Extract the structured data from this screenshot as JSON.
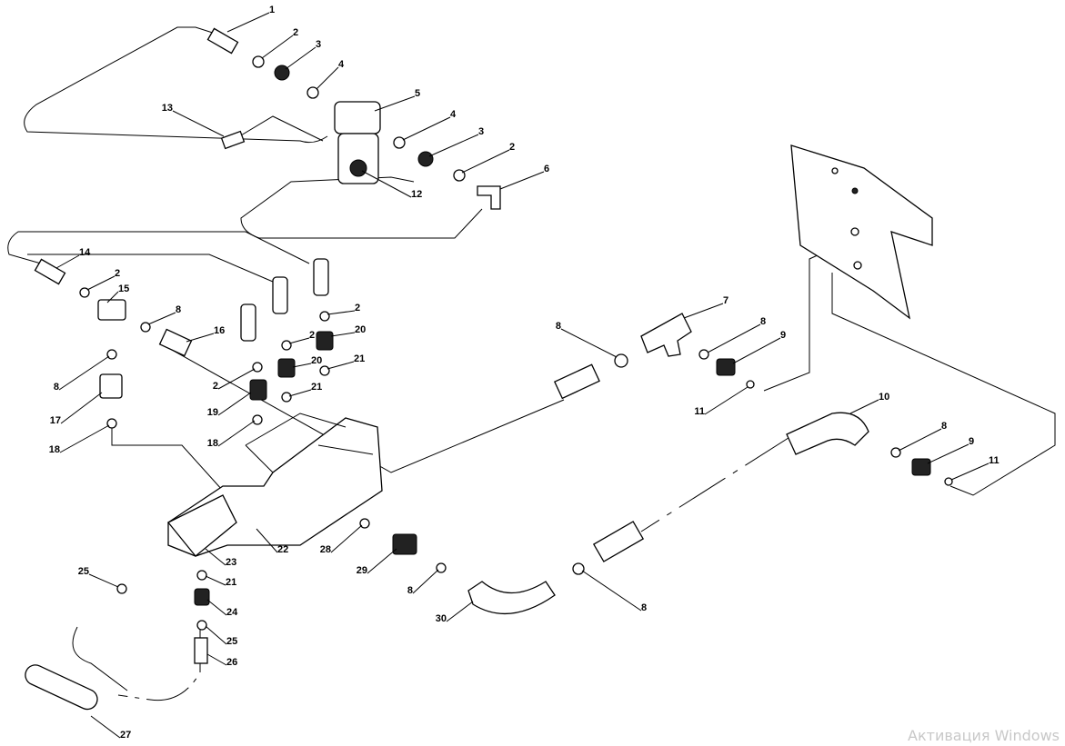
{
  "diagram": {
    "type": "exploded parts diagram",
    "callouts": [
      "1",
      "2",
      "3",
      "4",
      "5",
      "13",
      "4",
      "3",
      "2",
      "12",
      "6",
      "14",
      "2",
      "15",
      "8",
      "16",
      "2",
      "20",
      "2",
      "20",
      "21",
      "21",
      "2",
      "19",
      "18",
      "8",
      "17",
      "18",
      "7",
      "8",
      "9",
      "8",
      "11",
      "10",
      "8",
      "9",
      "11",
      "22",
      "23",
      "28",
      "29",
      "8",
      "30",
      "8",
      "21",
      "24",
      "25",
      "26",
      "25",
      "27"
    ]
  },
  "watermark": "Активация Windows"
}
